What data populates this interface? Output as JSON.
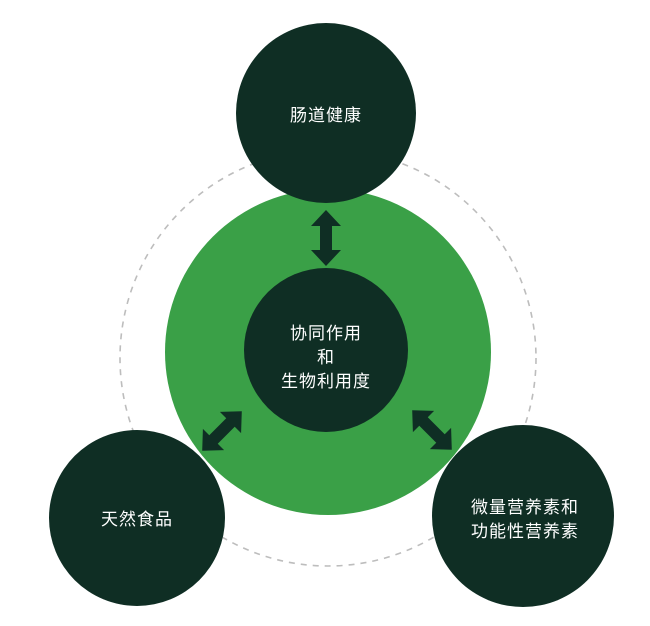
{
  "nodes": {
    "top": {
      "label": "肠道健康"
    },
    "center": {
      "line1": "协同作用",
      "line2": "和",
      "line3": "生物利用度"
    },
    "left": {
      "label": "天然食品"
    },
    "right": {
      "line1": "微量营养素和",
      "line2": "功能性营养素"
    }
  },
  "colors": {
    "dark_node": "#0f2e24",
    "green_ring": "#3aa047",
    "dashed_orbit": "#bdbdbd",
    "background": "#ffffff"
  },
  "icons": {
    "connector": "double-arrow-icon"
  }
}
